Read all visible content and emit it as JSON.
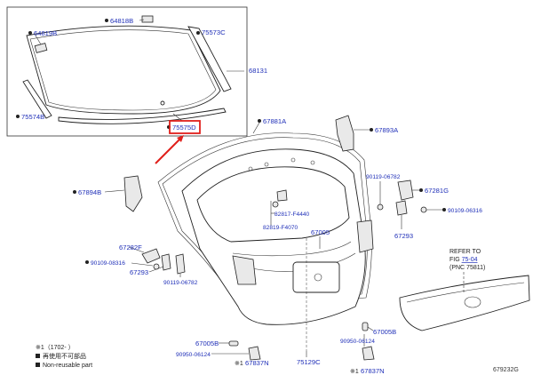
{
  "inset": {
    "labels": {
      "l64818B": "64818B",
      "l75573C": "75573C",
      "l64819B": "64819B",
      "l68131": "68131",
      "l75574B": "75574B",
      "l75575D": "75575D"
    }
  },
  "labels": {
    "l67881A": "67881A",
    "l67893A": "67893A",
    "l67894B": "67894B",
    "l90119_06782_top": "90119-06782",
    "l67281G": "67281G",
    "l90109_06316": "90109-06316",
    "l82817": "82817-F4440",
    "l82819": "82819-F4070",
    "l67005": "67005",
    "l67293_right": "67293",
    "l67282F": "67282F",
    "l90109_08316": "90109-08316",
    "l67293_left": "67293",
    "l90119_06782_bot": "90119-06782",
    "l67005B_left": "67005B",
    "l90950_left": "90950-06124",
    "l67837N_left": "67837N",
    "l75129C": "75129C",
    "l90950_right": "90950-06124",
    "l67005B_right": "67005B",
    "l67837N_right": "67837N"
  },
  "refer": {
    "line1": "REFER TO",
    "line2_prefix": "FIG ",
    "line2_link": "75-04",
    "line3": "(PNC 75811)"
  },
  "notes": {
    "note1": "※1（1702-    ）",
    "legend_jp": "再使用不可部品",
    "legend_en": "Non-reusable part",
    "mark": "※1"
  },
  "diagram_code": "679232G",
  "colors": {
    "label_blue": "#1f2fb8",
    "highlight_red": "#e0201b",
    "line": "#333333"
  }
}
